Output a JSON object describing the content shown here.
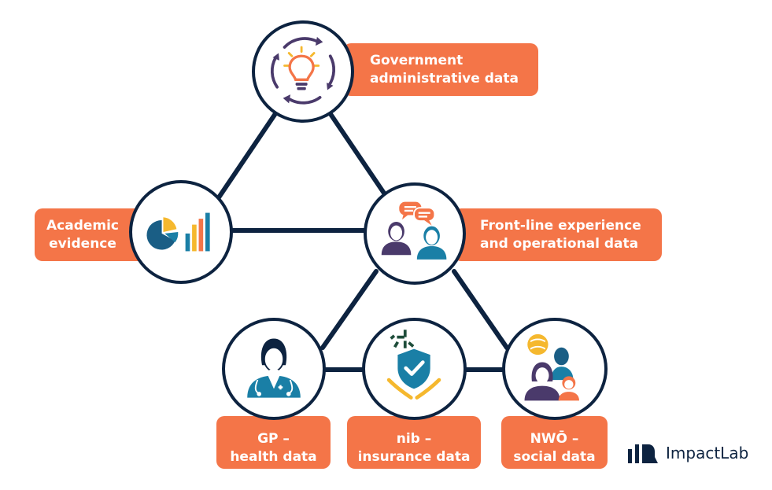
{
  "nodes": {
    "government": {
      "line1": "Government",
      "line2": "administrative data"
    },
    "academic": {
      "line1": "Academic",
      "line2": "evidence"
    },
    "frontline": {
      "line1": "Front-line experience",
      "line2": "and operational data"
    },
    "gp": {
      "line1": "GP –",
      "line2": "health data"
    },
    "nib": {
      "line1": "nib –",
      "line2": "insurance data"
    },
    "nwo": {
      "line1": "NWŌ –",
      "line2": "social data"
    }
  },
  "logo": {
    "name": "ImpactLab"
  },
  "colors": {
    "label_bg": "#f47548",
    "navy": "#0d2340",
    "teal": "#1a7fa6",
    "purple": "#4a3a6b",
    "yellow": "#f5b82e"
  }
}
